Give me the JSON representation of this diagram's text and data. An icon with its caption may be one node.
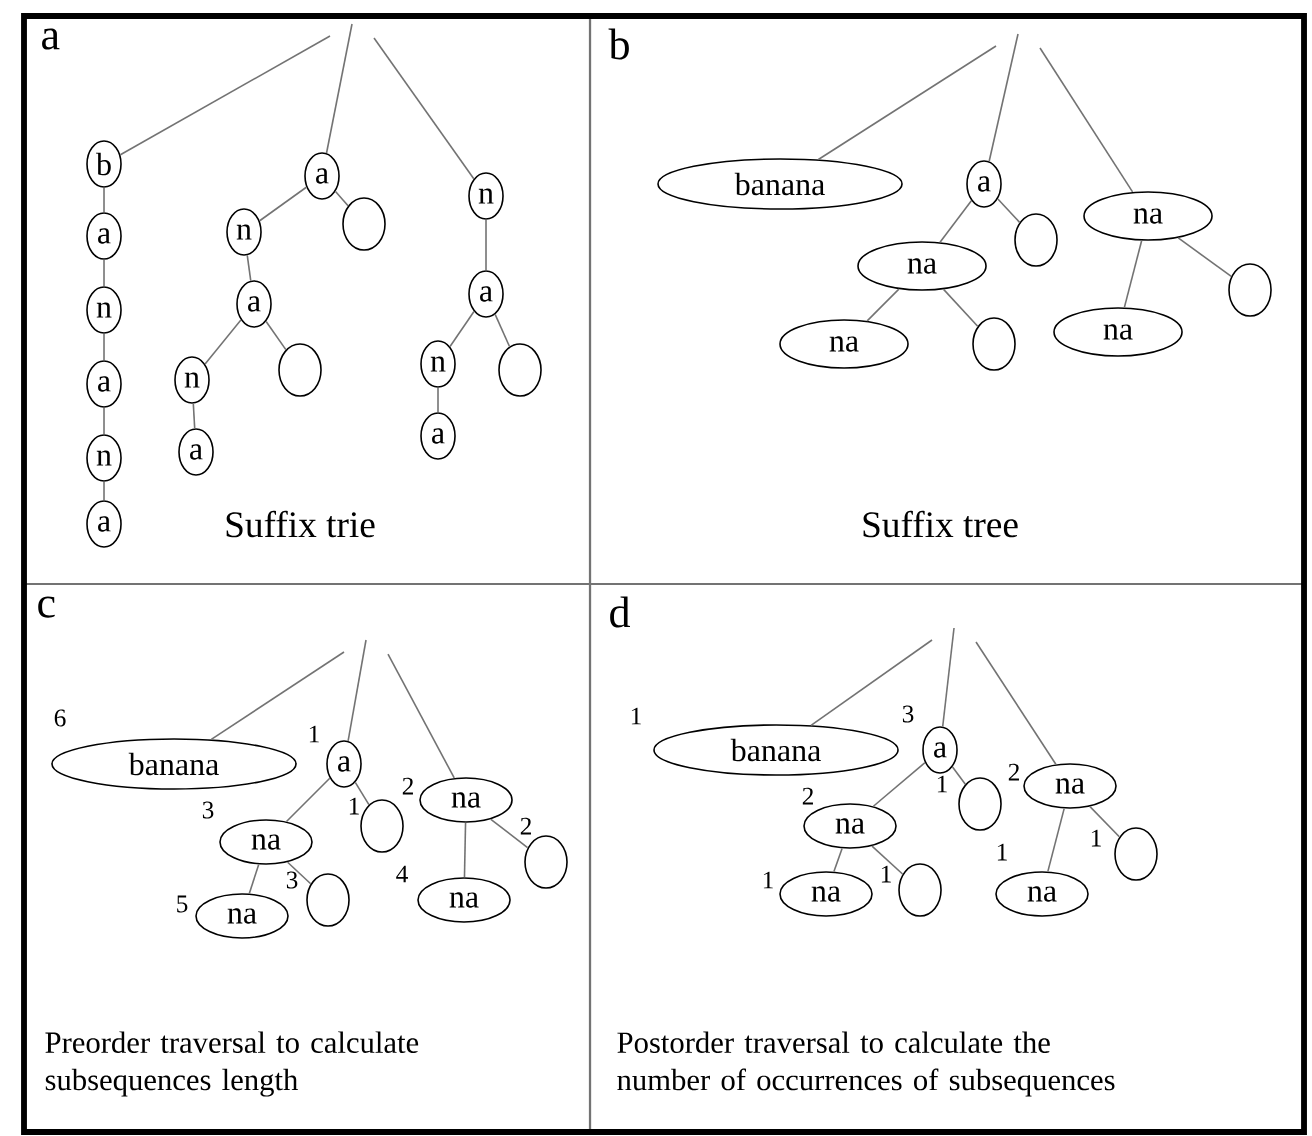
{
  "diagram": {
    "nodes": [
      {
        "text": [
          "a",
          "Suffix trie"
        ]
      },
      {
        "text": [
          "b"
        ],
        "in": 0
      },
      {
        "text": [
          "a"
        ],
        "in": 0
      },
      {
        "text": [
          "n"
        ],
        "in": 0
      },
      {
        "text": [
          "a"
        ],
        "in": 0
      },
      {
        "text": [
          "n"
        ],
        "in": 0
      },
      {
        "text": [
          "a"
        ],
        "in": 0
      },
      {
        "text": [
          "a"
        ],
        "in": 0
      },
      {
        "text": [
          "n"
        ],
        "in": 0
      },
      {
        "text": [],
        "shape": "circle",
        "in": 0
      },
      {
        "text": [
          "a"
        ],
        "in": 0
      },
      {
        "text": [
          "n"
        ],
        "in": 0
      },
      {
        "text": [],
        "shape": "circle",
        "in": 0
      },
      {
        "text": [
          "a"
        ],
        "in": 0
      },
      {
        "text": [
          "n"
        ],
        "in": 0
      },
      {
        "text": [
          "a"
        ],
        "in": 0
      },
      {
        "text": [
          "n"
        ],
        "in": 0
      },
      {
        "text": [],
        "shape": "circle",
        "in": 0
      },
      {
        "text": [
          "a"
        ],
        "in": 0
      },
      {
        "text": [
          "b",
          "Suffix tree"
        ]
      },
      {
        "text": [
          "banana"
        ],
        "in": 19
      },
      {
        "text": [
          "a"
        ],
        "in": 19
      },
      {
        "text": [],
        "shape": "circle",
        "in": 19
      },
      {
        "text": [
          "na"
        ],
        "in": 19
      },
      {
        "text": [
          "na"
        ],
        "in": 19
      },
      {
        "text": [],
        "shape": "circle",
        "in": 19
      },
      {
        "text": [
          "na"
        ],
        "in": 19
      },
      {
        "text": [],
        "shape": "circle",
        "in": 19
      },
      {
        "text": [
          "na"
        ],
        "in": 19
      },
      {
        "text": [
          "c",
          "Preorder traversal to calculate subsequences length"
        ]
      },
      {
        "text": [
          "banana"
        ],
        "in": 29,
        "beside": [
          "6"
        ]
      },
      {
        "text": [
          "a"
        ],
        "in": 29,
        "beside": [
          "1"
        ]
      },
      {
        "text": [],
        "shape": "circle",
        "in": 29,
        "beside": [
          "1"
        ]
      },
      {
        "text": [
          "na"
        ],
        "in": 29,
        "beside": [
          "3"
        ]
      },
      {
        "text": [
          "na"
        ],
        "in": 29,
        "beside": [
          "2"
        ]
      },
      {
        "text": [],
        "shape": "circle",
        "in": 29,
        "beside": [
          "2"
        ]
      },
      {
        "text": [
          "na"
        ],
        "in": 29,
        "beside": [
          "5"
        ]
      },
      {
        "text": [],
        "shape": "circle",
        "in": 29,
        "beside": [
          "3"
        ]
      },
      {
        "text": [
          "na"
        ],
        "in": 29,
        "beside": [
          "4"
        ]
      },
      {
        "text": [
          "d",
          "Postorder traversal to calculate the number of occurrences of subsequences"
        ]
      },
      {
        "text": [
          "banana"
        ],
        "in": 39,
        "beside": [
          "1"
        ]
      },
      {
        "text": [
          "a"
        ],
        "in": 39,
        "beside": [
          "3"
        ]
      },
      {
        "text": [],
        "shape": "circle",
        "in": 39,
        "beside": [
          "1"
        ]
      },
      {
        "text": [
          "na"
        ],
        "in": 39,
        "beside": [
          "2"
        ]
      },
      {
        "text": [
          "na"
        ],
        "in": 39,
        "beside": [
          "2"
        ]
      },
      {
        "text": [],
        "shape": "circle",
        "in": 39,
        "beside": [
          "1"
        ]
      },
      {
        "text": [
          "na"
        ],
        "in": 39,
        "beside": [
          "1"
        ]
      },
      {
        "text": [],
        "shape": "circle",
        "in": 39,
        "beside": [
          "1"
        ]
      },
      {
        "text": [
          "na"
        ],
        "in": 39,
        "beside": [
          "1"
        ]
      }
    ],
    "edges": [
      {
        "from": null,
        "to": 1,
        "arrow": "none"
      },
      {
        "from": null,
        "to": 7,
        "arrow": "none"
      },
      {
        "from": null,
        "to": 14,
        "arrow": "none"
      },
      {
        "from": 1,
        "to": 2,
        "arrow": "none"
      },
      {
        "from": 2,
        "to": 3,
        "arrow": "none"
      },
      {
        "from": 3,
        "to": 4,
        "arrow": "none"
      },
      {
        "from": 4,
        "to": 5,
        "arrow": "none"
      },
      {
        "from": 5,
        "to": 6,
        "arrow": "none"
      },
      {
        "from": 7,
        "to": 8,
        "arrow": "none"
      },
      {
        "from": 7,
        "to": 9,
        "arrow": "none"
      },
      {
        "from": 8,
        "to": 10,
        "arrow": "none"
      },
      {
        "from": 10,
        "to": 11,
        "arrow": "none"
      },
      {
        "from": 10,
        "to": 12,
        "arrow": "none"
      },
      {
        "from": 11,
        "to": 13,
        "arrow": "none"
      },
      {
        "from": 14,
        "to": 15,
        "arrow": "none"
      },
      {
        "from": 15,
        "to": 16,
        "arrow": "none"
      },
      {
        "from": 15,
        "to": 17,
        "arrow": "none"
      },
      {
        "from": 16,
        "to": 18,
        "arrow": "none"
      },
      {
        "from": null,
        "to": 20,
        "arrow": "none"
      },
      {
        "from": null,
        "to": 21,
        "arrow": "none"
      },
      {
        "from": null,
        "to": 24,
        "arrow": "none"
      },
      {
        "from": 21,
        "to": 23,
        "arrow": "none"
      },
      {
        "from": 21,
        "to": 22,
        "arrow": "none"
      },
      {
        "from": 23,
        "to": 26,
        "arrow": "none"
      },
      {
        "from": 23,
        "to": 27,
        "arrow": "none"
      },
      {
        "from": 24,
        "to": 28,
        "arrow": "none"
      },
      {
        "from": 24,
        "to": 25,
        "arrow": "none"
      },
      {
        "from": null,
        "to": 30,
        "arrow": "none"
      },
      {
        "from": null,
        "to": 31,
        "arrow": "none"
      },
      {
        "from": null,
        "to": 34,
        "arrow": "none"
      },
      {
        "from": 31,
        "to": 33,
        "arrow": "none"
      },
      {
        "from": 31,
        "to": 32,
        "arrow": "none"
      },
      {
        "from": 33,
        "to": 36,
        "arrow": "none"
      },
      {
        "from": 33,
        "to": 37,
        "arrow": "none"
      },
      {
        "from": 34,
        "to": 38,
        "arrow": "none"
      },
      {
        "from": 34,
        "to": 35,
        "arrow": "none"
      },
      {
        "from": null,
        "to": 40,
        "arrow": "none"
      },
      {
        "from": null,
        "to": 41,
        "arrow": "none"
      },
      {
        "from": null,
        "to": 44,
        "arrow": "none"
      },
      {
        "from": 41,
        "to": 43,
        "arrow": "none"
      },
      {
        "from": 41,
        "to": 42,
        "arrow": "none"
      },
      {
        "from": 43,
        "to": 46,
        "arrow": "none"
      },
      {
        "from": 43,
        "to": 47,
        "arrow": "none"
      },
      {
        "from": 44,
        "to": 48,
        "arrow": "none"
      },
      {
        "from": 44,
        "to": 45,
        "arrow": "none"
      }
    ]
  }
}
